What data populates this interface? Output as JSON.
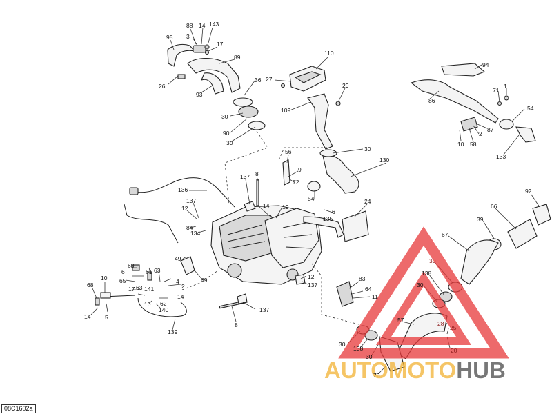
{
  "diagram": {
    "reference_code": "08C1602a",
    "callouts": [
      {
        "id": "c-95",
        "text": "95"
      },
      {
        "id": "c-88",
        "text": "88"
      },
      {
        "id": "c-14a",
        "text": "14"
      },
      {
        "id": "c-143",
        "text": "143"
      },
      {
        "id": "c-3",
        "text": "3"
      },
      {
        "id": "c-17a",
        "text": "17"
      },
      {
        "id": "c-89",
        "text": "89"
      },
      {
        "id": "c-26",
        "text": "26"
      },
      {
        "id": "c-93",
        "text": "93"
      },
      {
        "id": "c-36",
        "text": "36"
      },
      {
        "id": "c-30a",
        "text": "30"
      },
      {
        "id": "c-90",
        "text": "90"
      },
      {
        "id": "c-30b",
        "text": "30"
      },
      {
        "id": "c-110",
        "text": "110"
      },
      {
        "id": "c-27",
        "text": "27"
      },
      {
        "id": "c-29",
        "text": "29"
      },
      {
        "id": "c-109",
        "text": "109"
      },
      {
        "id": "c-30c",
        "text": "30"
      },
      {
        "id": "c-130",
        "text": "130"
      },
      {
        "id": "c-56",
        "text": "56"
      },
      {
        "id": "c-9",
        "text": "9"
      },
      {
        "id": "c-72",
        "text": "72"
      },
      {
        "id": "c-54a",
        "text": "54"
      },
      {
        "id": "c-6a",
        "text": "6"
      },
      {
        "id": "c-135",
        "text": "135"
      },
      {
        "id": "c-24",
        "text": "24"
      },
      {
        "id": "c-137a",
        "text": "137"
      },
      {
        "id": "c-8a",
        "text": "8"
      },
      {
        "id": "c-136",
        "text": "136"
      },
      {
        "id": "c-137b",
        "text": "137"
      },
      {
        "id": "c-12a",
        "text": "12"
      },
      {
        "id": "c-14b",
        "text": "14"
      },
      {
        "id": "c-19",
        "text": "19"
      },
      {
        "id": "c-84",
        "text": "84"
      },
      {
        "id": "c-134",
        "text": "134"
      },
      {
        "id": "c-49",
        "text": "49"
      },
      {
        "id": "c-60",
        "text": "60"
      },
      {
        "id": "c-6b",
        "text": "6"
      },
      {
        "id": "c-61",
        "text": "61"
      },
      {
        "id": "c-65",
        "text": "65"
      },
      {
        "id": "c-63a",
        "text": "63"
      },
      {
        "id": "c-4",
        "text": "4"
      },
      {
        "id": "c-2a",
        "text": "2"
      },
      {
        "id": "c-17b",
        "text": "17"
      },
      {
        "id": "c-63b",
        "text": "63"
      },
      {
        "id": "c-141",
        "text": "141"
      },
      {
        "id": "c-10a",
        "text": "10"
      },
      {
        "id": "c-62",
        "text": "62"
      },
      {
        "id": "c-140",
        "text": "140"
      },
      {
        "id": "c-14c",
        "text": "14"
      },
      {
        "id": "c-69",
        "text": "69"
      },
      {
        "id": "c-68",
        "text": "68"
      },
      {
        "id": "c-10b",
        "text": "10"
      },
      {
        "id": "c-14d",
        "text": "14"
      },
      {
        "id": "c-5",
        "text": "5"
      },
      {
        "id": "c-139",
        "text": "139"
      },
      {
        "id": "c-12b",
        "text": "12"
      },
      {
        "id": "c-137c",
        "text": "137"
      },
      {
        "id": "c-137d",
        "text": "137"
      },
      {
        "id": "c-8b",
        "text": "8"
      },
      {
        "id": "c-83",
        "text": "83"
      },
      {
        "id": "c-64",
        "text": "64"
      },
      {
        "id": "c-11",
        "text": "11"
      },
      {
        "id": "c-94",
        "text": "94"
      },
      {
        "id": "c-71",
        "text": "71"
      },
      {
        "id": "c-1",
        "text": "1"
      },
      {
        "id": "c-86",
        "text": "86"
      },
      {
        "id": "c-54b",
        "text": "54"
      },
      {
        "id": "c-2b",
        "text": "2"
      },
      {
        "id": "c-87",
        "text": "87"
      },
      {
        "id": "c-10c",
        "text": "10"
      },
      {
        "id": "c-58",
        "text": "58"
      },
      {
        "id": "c-133",
        "text": "133"
      },
      {
        "id": "c-92",
        "text": "92"
      },
      {
        "id": "c-66",
        "text": "66"
      },
      {
        "id": "c-39",
        "text": "39"
      },
      {
        "id": "c-67",
        "text": "67"
      },
      {
        "id": "c-30d",
        "text": "30"
      },
      {
        "id": "c-138a",
        "text": "138"
      },
      {
        "id": "c-30e",
        "text": "30"
      },
      {
        "id": "c-28",
        "text": "28"
      },
      {
        "id": "c-57",
        "text": "57"
      },
      {
        "id": "c-25",
        "text": "25"
      },
      {
        "id": "c-30f",
        "text": "30"
      },
      {
        "id": "c-138b",
        "text": "138"
      },
      {
        "id": "c-20",
        "text": "20"
      },
      {
        "id": "c-30g",
        "text": "30"
      },
      {
        "id": "c-70",
        "text": "70"
      }
    ]
  },
  "watermark": {
    "brand_part1": "AUTO",
    "brand_part2": "MOTO",
    "brand_part3": "HUB",
    "color_orange": "#f2b233",
    "color_dark": "#4a4a4a",
    "color_triangle": "#e8393a"
  }
}
